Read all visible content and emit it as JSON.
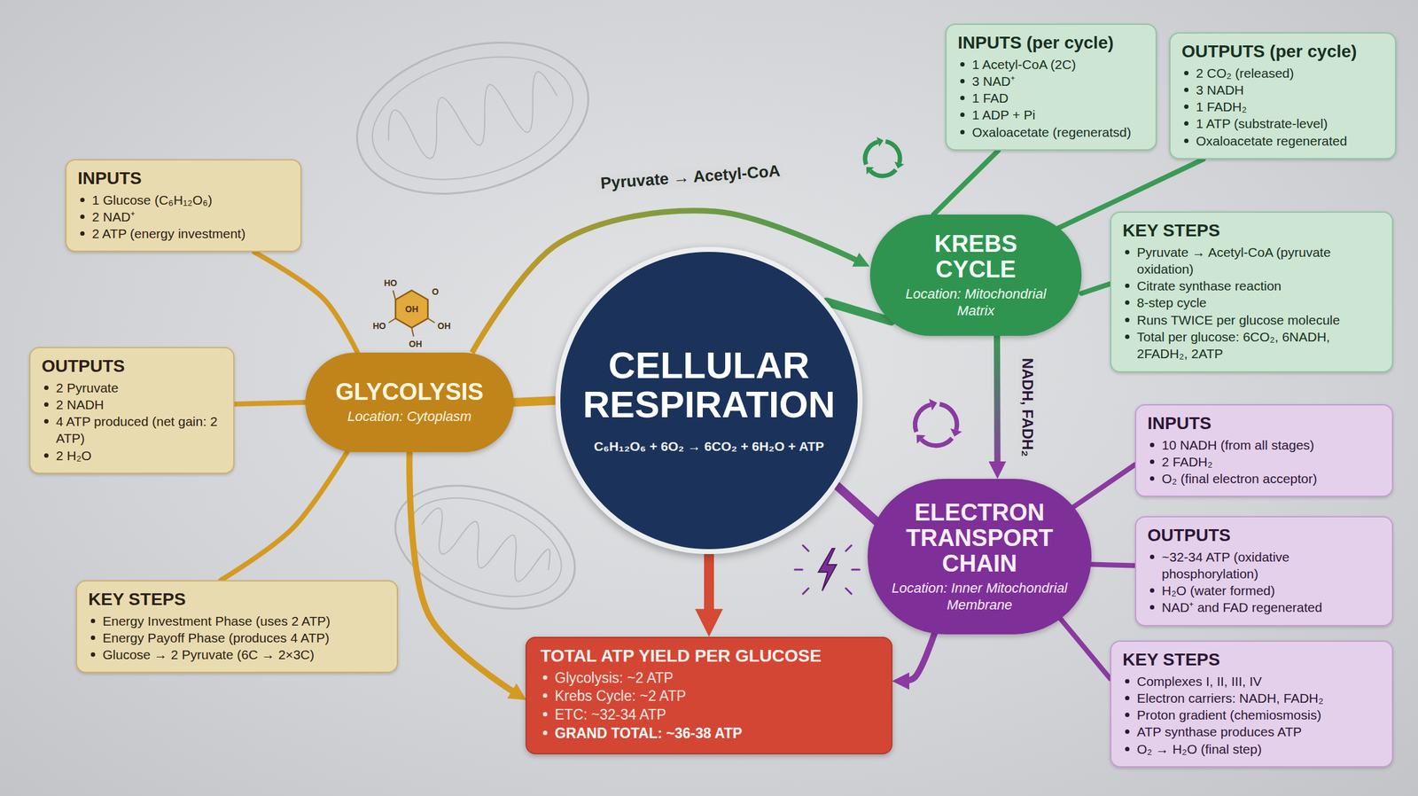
{
  "diagram": {
    "nodes": [
      {
        "text": [
          "CELLULAR RESPIRATION",
          "C₆H₁₂O₆ + 6O₂ → 6CO₂ + 6H₂O + ATP"
        ]
      },
      {
        "text": [
          "GLYCOLYSIS",
          "Location: Cytoplasm"
        ]
      },
      {
        "text": [
          "INPUTS",
          "1 Glucose (C₆H₁₂O₆)",
          "2 NAD⁺",
          "2 ATP (energy investment)"
        ]
      },
      {
        "text": [
          "OUTPUTS",
          "2 Pyruvate",
          "2 NADH",
          "4 ATP produced (net gain: 2 ATP)",
          "2 H₂O"
        ]
      },
      {
        "text": [
          "KEY STEPS",
          "Energy Investment Phase (uses 2 ATP)",
          "Energy Payoff Phase (produces 4 ATP)",
          "Glucose → 2 Pyruvate (6C → 2×3C)"
        ]
      },
      {
        "text": [
          "KREBS CYCLE",
          "Location: Mitochondrial Matrix"
        ]
      },
      {
        "text": [
          "INPUTS (per cycle)",
          "1 Acetyl-CoA (2C)",
          "3 NAD⁺",
          "1 FAD",
          "1 ADP + Pi",
          "Oxaloacetate (regeneratsd)"
        ]
      },
      {
        "text": [
          "OUTPUTS (per cycle)",
          "2 CO₂ (released)",
          "3 NADH",
          "1 FADH₂",
          "1 ATP (substrate-level)",
          "Oxaloacetate regenerated"
        ]
      },
      {
        "text": [
          "KEY STEPS",
          "Pyruvate → Acetyl-CoA (pyruvate oxidation)",
          "Citrate synthase reaction",
          "8-step cycle",
          "Runs TWICE per glucose molecule",
          "Total per glucose: 6CO₂, 6NADH, 2FADH₂, 2ATP"
        ]
      },
      {
        "text": [
          "ELECTRON TRANSPORT CHAIN",
          "Location: Inner Mitochondrial Membrane"
        ]
      },
      {
        "text": [
          "INPUTS",
          "10 NADH (from all stages)",
          "2 FADH₂",
          "O₂ (final electron acceptor)"
        ]
      },
      {
        "text": [
          "OUTPUTS",
          "~32-34 ATP (oxidative phosphorylation)",
          "H₂O (water formed)",
          "NAD⁺ and FAD regenerated"
        ]
      },
      {
        "text": [
          "KEY STEPS",
          "Complexes I, II, III, IV",
          "Electron carriers: NADH, FADH₂",
          "Proton gradient (chemiosmosis)",
          "ATP synthase produces ATP",
          "O₂ → H₂O (final step)"
        ]
      },
      {
        "text": [
          "TOTAL ATP YIELD PER GLUCOSE",
          "Glycolysis: ~2 ATP",
          "Krebs Cycle: ~2 ATP",
          "ETC: ~32-34 ATP",
          "GRAND TOTAL: ~36-38 ATP"
        ]
      }
    ],
    "edges": [
      {
        "from": 0,
        "to": 1,
        "arrow": "none"
      },
      {
        "from": 1,
        "to": 2,
        "arrow": "none"
      },
      {
        "from": 1,
        "to": 3,
        "arrow": "none"
      },
      {
        "from": 1,
        "to": 4,
        "arrow": "none"
      },
      {
        "from": 1,
        "to": 5,
        "arrow": "to",
        "label": "Pyruvate → Acetyl-CoA"
      },
      {
        "from": 0,
        "to": 5,
        "arrow": "none"
      },
      {
        "from": 5,
        "to": 6,
        "arrow": "none"
      },
      {
        "from": 5,
        "to": 7,
        "arrow": "none"
      },
      {
        "from": 5,
        "to": 8,
        "arrow": "none"
      },
      {
        "from": 5,
        "to": 9,
        "arrow": "to",
        "label": "NADH, FADH₂"
      },
      {
        "from": 0,
        "to": 9,
        "arrow": "none"
      },
      {
        "from": 9,
        "to": 10,
        "arrow": "none"
      },
      {
        "from": 9,
        "to": 11,
        "arrow": "none"
      },
      {
        "from": 9,
        "to": 12,
        "arrow": "none"
      },
      {
        "from": 0,
        "to": 13,
        "arrow": "to"
      },
      {
        "from": 1,
        "to": 13,
        "arrow": "to"
      },
      {
        "from": 9,
        "to": 13,
        "arrow": "to"
      }
    ],
    "labels": [
      "HO",
      "O",
      "OH",
      "HO",
      "OH",
      "OH"
    ]
  }
}
